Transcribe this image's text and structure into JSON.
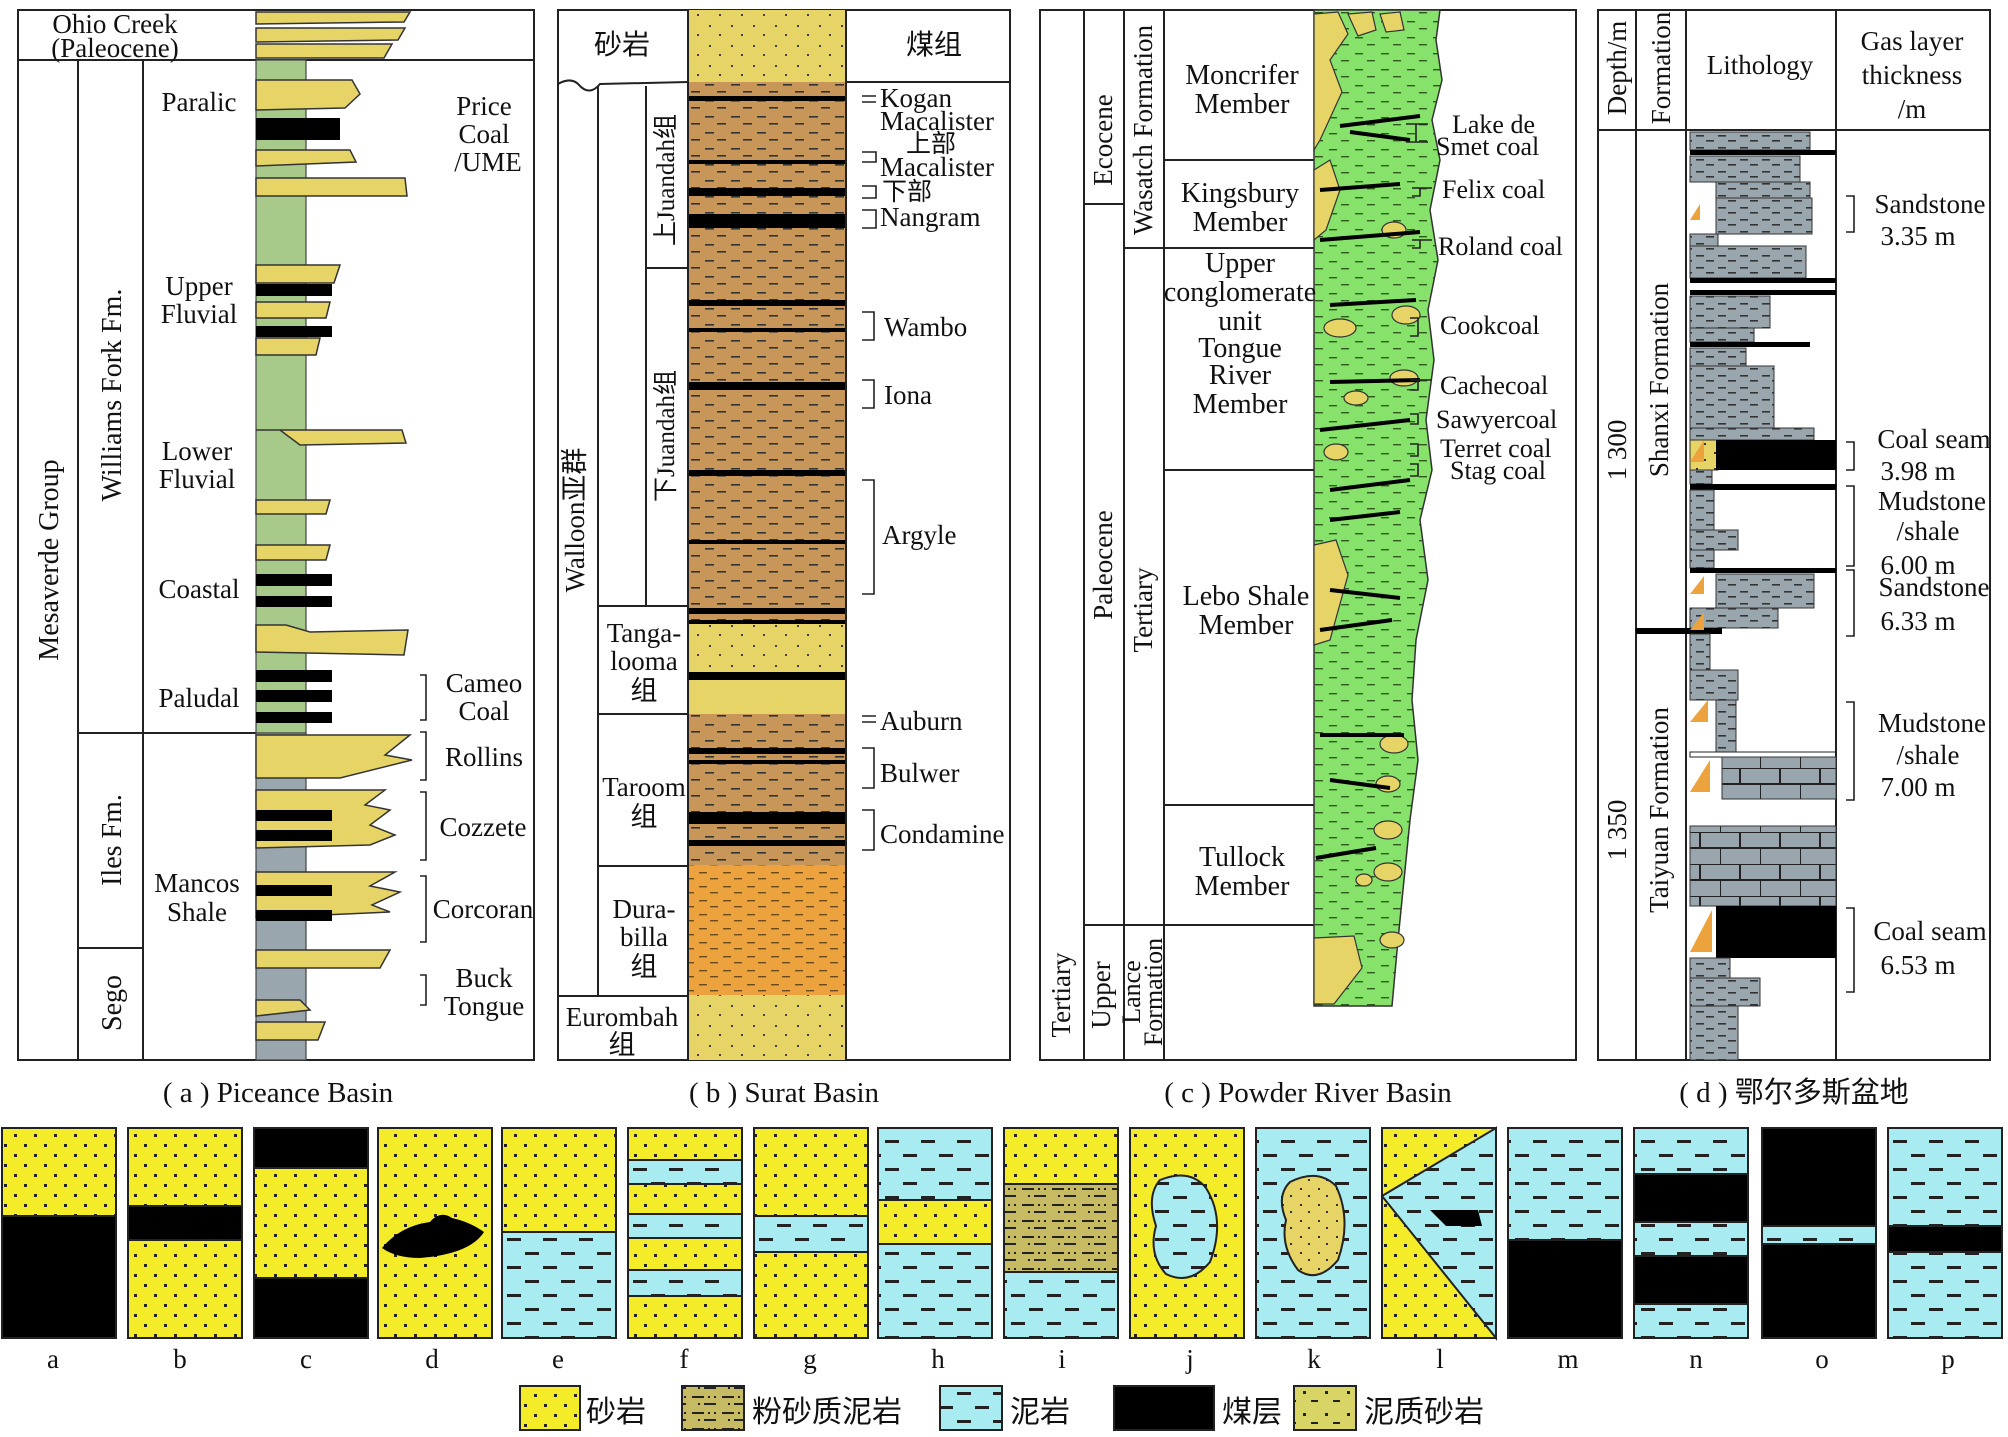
{
  "captions": {
    "a": "( a ) Piceance Basin",
    "b": "( b ) Surat Basin",
    "c": "( c ) Powder River Basin",
    "d": "( d ) 鄂尔多斯盆地"
  },
  "panel_a": {
    "ohio_creek": [
      "Ohio Creek",
      "(Paleocene)"
    ],
    "group": "Mesaverde Group",
    "williams_fork": "Williams Fork Fm.",
    "iles": "Iles Fm.",
    "sego": "Sego",
    "environments": {
      "paralic": "Paralic",
      "upper_fluvial": [
        "Upper",
        "Fluvial"
      ],
      "lower_fluvial": [
        "Lower",
        "Fluvial"
      ],
      "coastal": "Coastal",
      "paludal": "Paludal",
      "mancos": [
        "Mancos",
        "Shale"
      ]
    },
    "price_coal": [
      "Price",
      "Coal",
      "/UME"
    ],
    "cameo_coal": [
      "Cameo",
      "Coal"
    ],
    "units": [
      "Rollins",
      "Cozzete",
      "Corcoran"
    ],
    "buck_tongue": [
      "Buck",
      "Tongue"
    ]
  },
  "panel_b": {
    "header_left": "砂岩",
    "header_right": "煤组",
    "walloon": "Walloon亚群",
    "upper_juandah": "上Juandah组",
    "lower_juandah": "下Juandah组",
    "tangalooma": [
      "Tanga-",
      "looma",
      "组"
    ],
    "taroom": [
      "Taroom",
      "组"
    ],
    "durabilla": [
      "Dura-",
      "billa",
      "组"
    ],
    "eurombah": [
      "Eurombah",
      "组"
    ],
    "coal_measures": [
      "Kogan",
      "Macalister",
      "上部",
      "Macalister",
      "下部",
      "Nangram",
      "Wambo",
      "Iona",
      "Argyle",
      "Auburn",
      "Bulwer",
      "Condamine"
    ]
  },
  "panel_c": {
    "tertiary_left": "Tertiary",
    "upper": "Upper",
    "ecocene": "Ecocene",
    "paleocene": "Paleocene",
    "wasatch": "Wasatch Formation",
    "tertiary_mid": "Tertiary",
    "lance": [
      "Lance",
      "Formation"
    ],
    "moncrifer": [
      "Moncrifer",
      "Member"
    ],
    "kingsbury": [
      "Kingsbury",
      "Member"
    ],
    "tongue_river": [
      "Upper",
      "conglomerate",
      "unit",
      "Tongue",
      "River",
      "Member"
    ],
    "lebo": [
      "Lebo Shale",
      "Member"
    ],
    "tullock": [
      "Tullock",
      "Member"
    ],
    "coals": [
      "Lake de",
      "Smet coal",
      "Felix coal",
      "Roland coal",
      "Cookcoal",
      "Cachecoal",
      "Sawyercoal",
      "Terret coal",
      "Stag coal"
    ]
  },
  "panel_d": {
    "depth": "Depth/m",
    "formation": "Formation",
    "lithology": "Lithology",
    "gas": [
      "Gas layer",
      "thickness",
      "/m"
    ],
    "depth_1300": "1 300",
    "depth_1350": "1 350",
    "shanxi": "Shanxi Formation",
    "taiyuan": "Taiyuan Formation",
    "layers": [
      [
        "Sandstone",
        "3.35 m"
      ],
      [
        "Coal seam",
        "3.98 m"
      ],
      [
        "Mudstone",
        "/shale",
        "6.00 m"
      ],
      [
        "Sandstone",
        "6.33 m"
      ],
      [
        "Mudstone",
        "/shale",
        "7.00 m"
      ],
      [
        "Coal seam",
        "6.53 m"
      ]
    ]
  },
  "box_letters": [
    "a",
    "b",
    "c",
    "d",
    "e",
    "f",
    "g",
    "h",
    "i",
    "j",
    "k",
    "l",
    "m",
    "n",
    "o",
    "p"
  ],
  "legend": [
    "砂岩",
    "粉砂质泥岩",
    "泥岩",
    "煤层",
    "泥质砂岩"
  ],
  "colors": {
    "sandstone": "#f4ec28",
    "mudstone": "#a8ecf2",
    "coal": "#000000",
    "silty_mudstone": "#c6bb62",
    "argillaceous_sand": "#d8d466",
    "brown": "#c89658",
    "orange": "#eda33d",
    "green": "#86e26a",
    "grey": "#9aa6ae",
    "olive": "#e6d566",
    "lightgreen": "#a7c98a"
  }
}
